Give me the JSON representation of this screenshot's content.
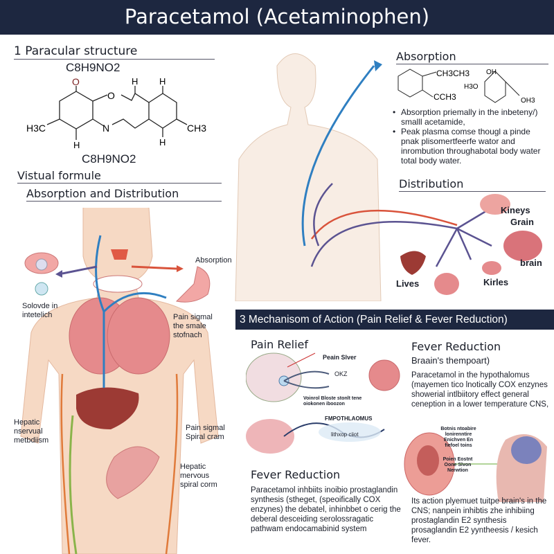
{
  "title": "Paracetamol (Acetaminophen)",
  "section1": {
    "heading": "1 Paracular structure",
    "formula_top": "C8H9NO2",
    "formula_bottom": "C8H9NO2",
    "atoms": {
      "o_top": "O",
      "o_ring": "O",
      "n": "N",
      "h3c": "H3C",
      "ch3": "CH3",
      "h1": "H",
      "h2": "H",
      "h3": "H",
      "h4": "H"
    },
    "visual_formula": "Vistual formule",
    "abs_dist": "Absorption and Distribution"
  },
  "body_figure": {
    "labels": {
      "absorption": "Absorption",
      "dissolve": "Solovde in intetelich",
      "pain_signal": "Pain sigmal the smale stofnach",
      "hepatic_left": "Hepatic nservual metbdiism",
      "pain_signal_2": "Pain sigmal Spiral cram",
      "hepatic_right": "Hepatic mervous spiral corm"
    }
  },
  "absorption": {
    "heading": "Absorption",
    "mol1": {
      "a": "CH3CH3",
      "b": "CCH3"
    },
    "mol2": {
      "a": "OH",
      "b": "H3O",
      "c": "OH3"
    },
    "bullets": [
      "Absorption priemally in the inbeteny/) smalll acetamide,",
      "Peak plasma comse thougl a pinde pnak plisomertfeerfe wator and inrombution throughabotal body water total body water."
    ]
  },
  "distribution": {
    "heading": "Distribution",
    "labels": {
      "kineys": "Kineys",
      "grain": "Grain",
      "brain": "brain",
      "lives": "Lives",
      "kirles": "Kirles"
    }
  },
  "section3": {
    "heading": "3 Mechanisom of Action (Pain Relief & Fever Reduction)",
    "pain_relief": {
      "heading": "Pain Relief",
      "label_pain": "Peain Slver",
      "label_oxz": "OKZ",
      "label_small": "Voinrol Bloste stonlt tene oiokonen iboozon",
      "label_hypo": "FMPOTHLAOMUS",
      "label_ithxop": "lithxop ciiot"
    },
    "fever_left": {
      "heading": "Fever Reduction",
      "text": "Paracetamol inhbiits inoibio prostaglandin synthesis (stheget, (speoifically COX enzynes) the debatel, inhinbbet o cerig the deberal desceiding serolossragatic pathwam endocamabinid system"
    },
    "fever_right": {
      "heading": "Fever Reduction",
      "subheading": "Braain's thempoart)",
      "text": "Paracetamol in the hypothalomus (mayemen tico lnotically COX enzynes showerial intlbiitory effect general ceneption in a lower temperature CNS,",
      "label_top": "Botnis ntoabire lonirenntire Enichven En fiefoel toins",
      "label_bottom": "Poien Eostnt Oone Slvon Nerwtion",
      "text2": "Its action plyemuet tuitpe brain's in the CNS; nanpein inhibtis zhe inhibiing prostaglandin E2 synthesis prosaglandin E2 yyntheesis / kesich fever."
    }
  },
  "colors": {
    "navy": "#1d2740",
    "arrow_blue": "#2f7fc1",
    "arrow_red": "#d9533b",
    "arrow_purple": "#5b5391",
    "skin": "#f6d9c4",
    "organ_pink": "#e58a8c",
    "liver": "#9c3a34"
  }
}
